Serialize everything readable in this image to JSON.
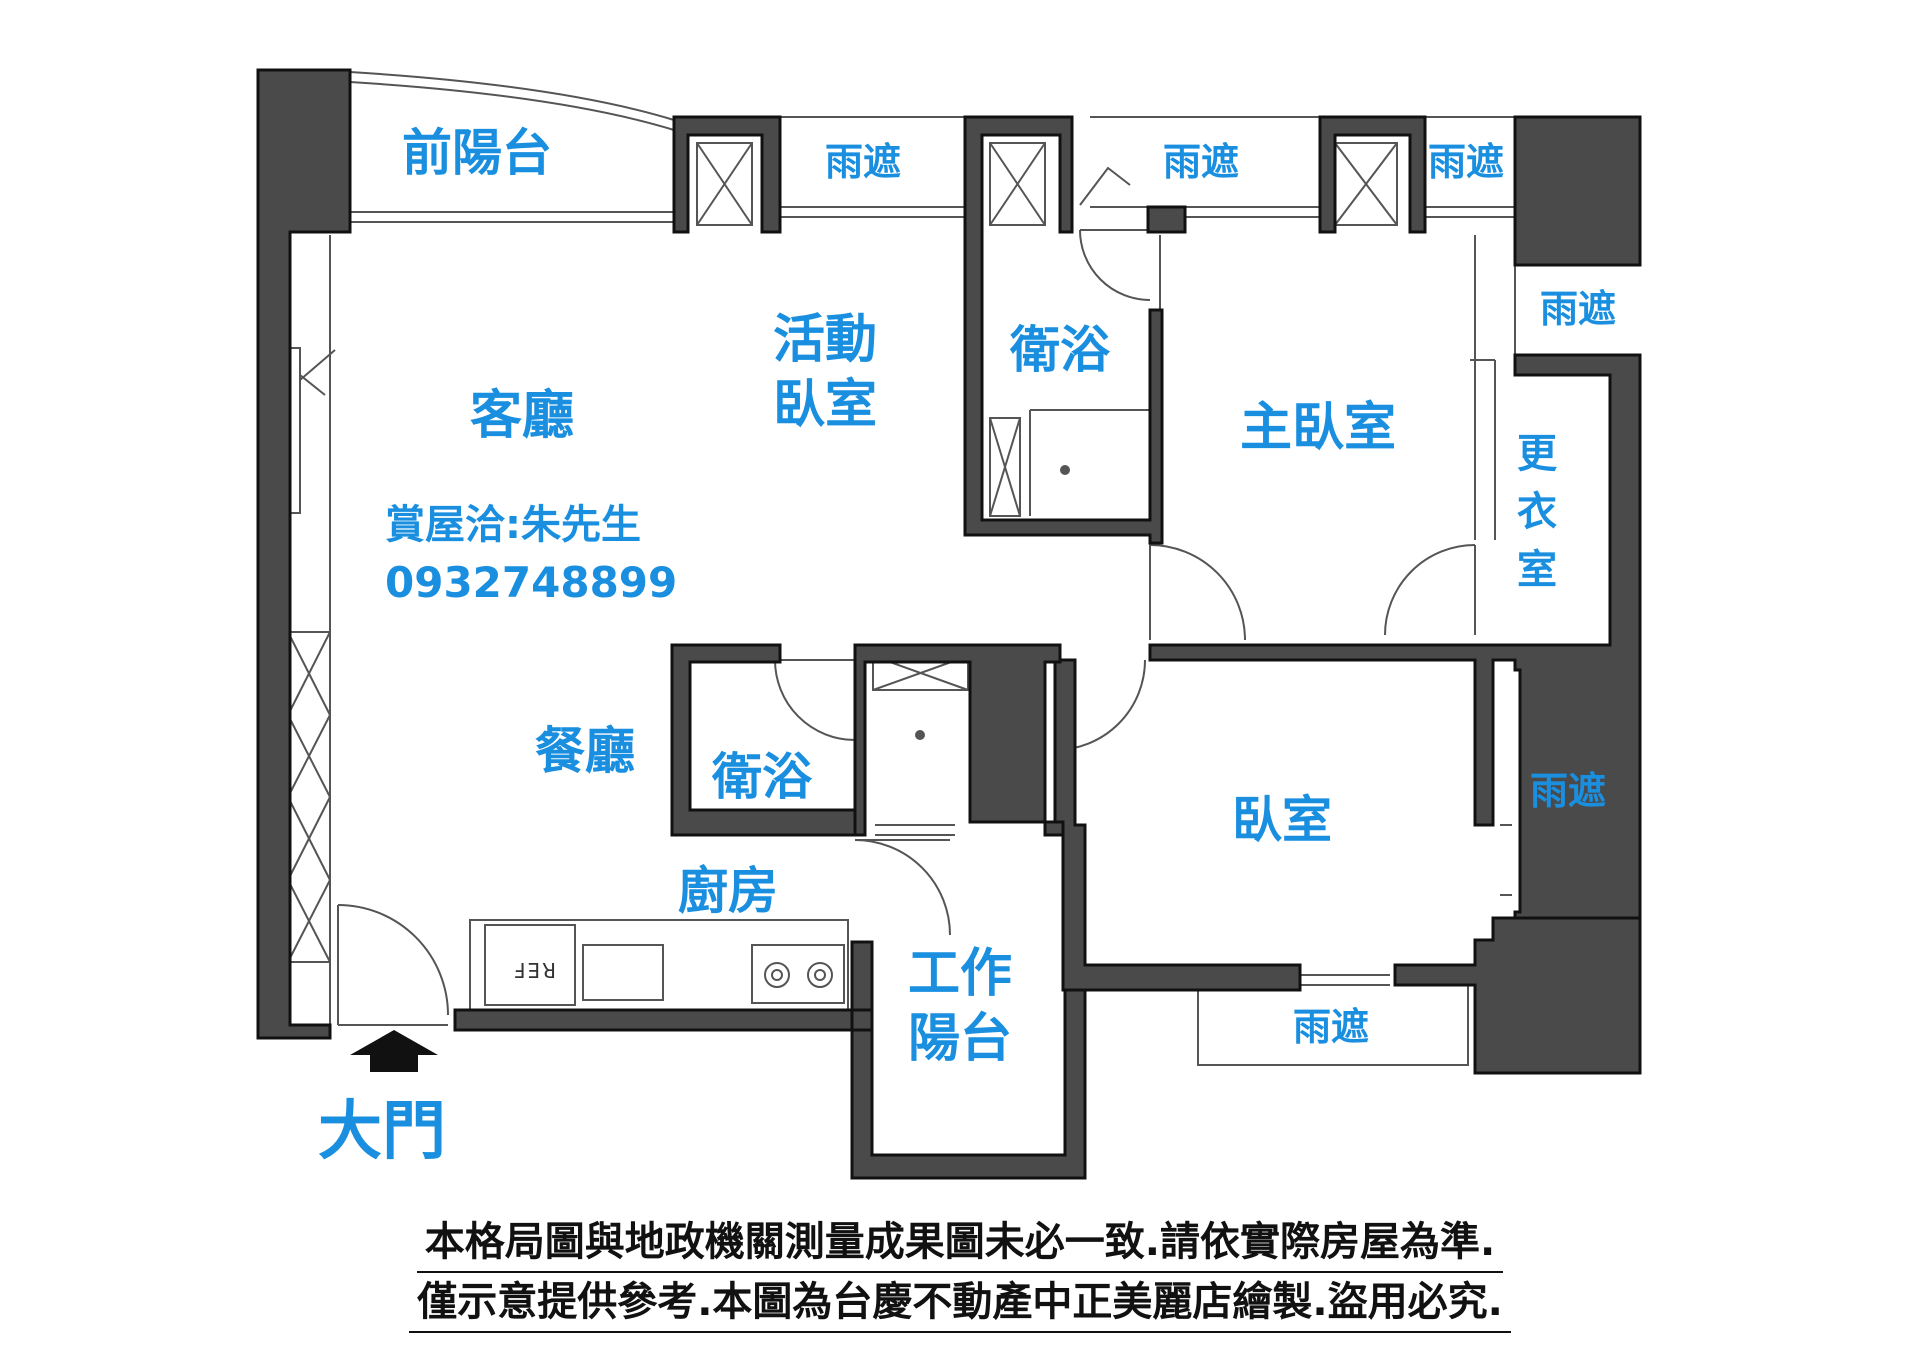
{
  "rooms": {
    "front_balcony": "前陽台",
    "rain_cover_1": "雨遮",
    "rain_cover_2": "雨遮",
    "rain_cover_3": "雨遮",
    "rain_cover_4": "雨遮",
    "rain_cover_5": "雨遮",
    "rain_cover_6": "雨遮",
    "activity_room": "活動臥室",
    "bath_1": "衛浴",
    "master_bedroom": "主臥室",
    "walkin_closet": "更衣室",
    "living_room": "客廳",
    "dining_room": "餐廳",
    "bath_2": "衛浴",
    "bedroom": "臥室",
    "kitchen": "廚房",
    "work_balcony": "工作陽台",
    "main_door": "大門"
  },
  "contact": {
    "line1": "賞屋洽:朱先生",
    "line2": "0932748899"
  },
  "appliance": {
    "fridge": "REF"
  },
  "disclaimer": {
    "line1": "本格局圖與地政機關測量成果圖未必一致.請依實際房屋為準.",
    "line2": "僅示意提供參考.本圖為台慶不動產中正美麗店繪製.盜用必究."
  },
  "colors": {
    "wall": "#4a4a4a",
    "label": "#1a8fe0",
    "line": "#555555"
  }
}
